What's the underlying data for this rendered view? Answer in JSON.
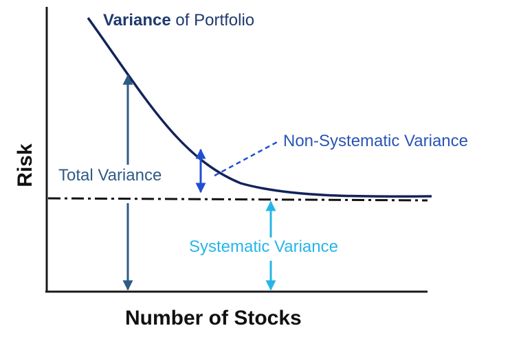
{
  "title": {
    "bold": "Variance",
    "rest": " of Portfolio"
  },
  "labels": {
    "non_systematic": "Non-Systematic Variance",
    "total": "Total Variance",
    "systematic": "Systematic Variance"
  },
  "axes": {
    "x_label": "Number of Stocks",
    "y_label": "Risk"
  },
  "colors": {
    "curve": "#13235a",
    "total_arrow": "#2f5a86",
    "non_systematic_arrow": "#1f4fd1",
    "systematic_arrow": "#27b5e6",
    "axis": "#1a1a1a"
  }
}
